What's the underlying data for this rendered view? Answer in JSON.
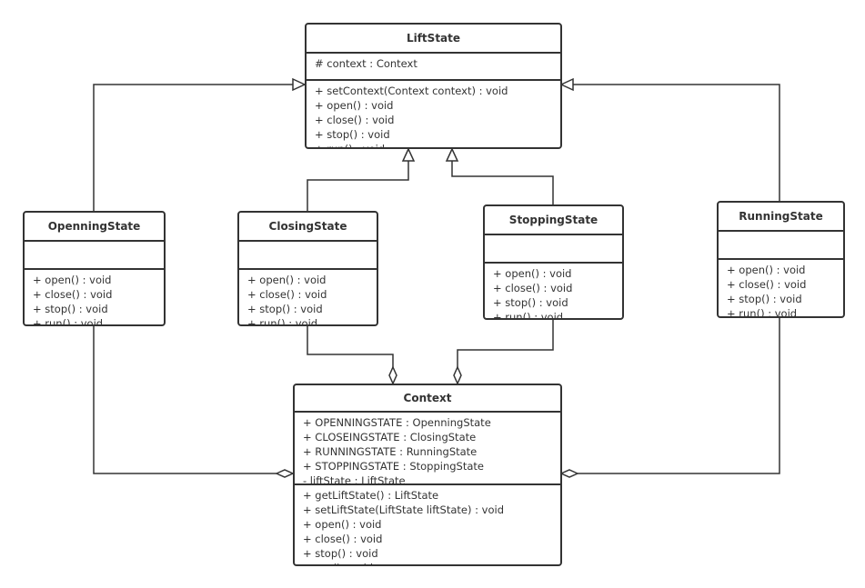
{
  "classes": {
    "liftstate": {
      "name": "LiftState",
      "attributes": [
        "# context : Context"
      ],
      "methods": [
        "+ setContext(Context context) : void",
        "+ open() : void",
        "+ close() : void",
        "+ stop() : void",
        "+ run() : void"
      ]
    },
    "openning": {
      "name": "OpenningState",
      "attributes": [],
      "methods": [
        "+ open() : void",
        "+ close() : void",
        "+ stop() : void",
        "+ run() : void"
      ]
    },
    "closing": {
      "name": "ClosingState",
      "attributes": [],
      "methods": [
        "+ open() : void",
        "+ close() : void",
        "+ stop() : void",
        "+ run() : void"
      ]
    },
    "stopping": {
      "name": "StoppingState",
      "attributes": [],
      "methods": [
        "+ open() : void",
        "+ close() : void",
        "+ stop() : void",
        "+ run() : void"
      ]
    },
    "running": {
      "name": "RunningState",
      "attributes": [],
      "methods": [
        "+ open() : void",
        "+ close() : void",
        "+ stop() : void",
        "+ run() : void"
      ]
    },
    "context": {
      "name": "Context",
      "attributes": [
        "+ OPENNINGSTATE : OpenningState",
        "+ CLOSEINGSTATE : ClosingState",
        "+ RUNNINGSTATE : RunningState",
        "+ STOPPINGSTATE : StoppingState",
        "- liftState : LiftState"
      ],
      "methods": [
        "+ getLiftState() : LiftState",
        "+ setLiftState(LiftState liftState) : void",
        "+ open() : void",
        "+ close() : void",
        "+ stop() : void",
        "+ run() : void"
      ]
    }
  },
  "relations": [
    {
      "type": "generalization",
      "from": "OpenningState",
      "to": "LiftState"
    },
    {
      "type": "generalization",
      "from": "ClosingState",
      "to": "LiftState"
    },
    {
      "type": "generalization",
      "from": "StoppingState",
      "to": "LiftState"
    },
    {
      "type": "generalization",
      "from": "RunningState",
      "to": "LiftState"
    },
    {
      "type": "aggregation",
      "from": "OpenningState",
      "to": "Context"
    },
    {
      "type": "aggregation",
      "from": "ClosingState",
      "to": "Context"
    },
    {
      "type": "aggregation",
      "from": "StoppingState",
      "to": "Context"
    },
    {
      "type": "aggregation",
      "from": "RunningState",
      "to": "Context"
    }
  ],
  "colors": {
    "line": "#333333",
    "background": "#ffffff"
  }
}
